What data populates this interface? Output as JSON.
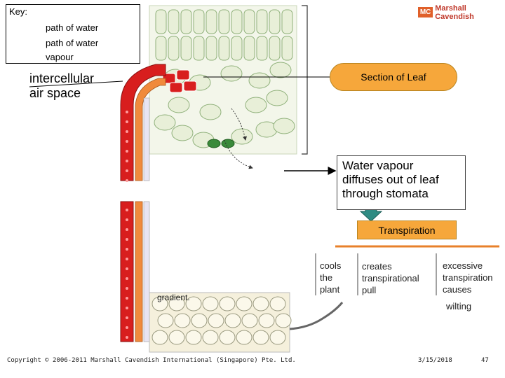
{
  "key": {
    "title": "Key:",
    "items": [
      {
        "style": "solid",
        "label": "path of water"
      },
      {
        "style": "dotted",
        "label": "path of water"
      },
      {
        "style": "dotted",
        "label": "vapour"
      }
    ]
  },
  "brand": {
    "logo": "MC",
    "name": "Marshall Cavendish"
  },
  "labels": {
    "air_space_line1": "intercellular",
    "air_space_line2": "air space",
    "section_of_leaf": "Section of Leaf",
    "vapour_line1": "Water vapour",
    "vapour_line2": "diffuses out of leaf",
    "vapour_line3": "through stomata",
    "transpiration": "Transpiration",
    "gradient": "gradient.",
    "wilting": "wilting"
  },
  "effects": [
    {
      "lines": [
        "cools",
        "the",
        "plant"
      ]
    },
    {
      "lines": [
        "creates",
        "transpirational",
        "pull"
      ]
    },
    {
      "lines": [
        "excessive",
        "transpiration",
        "causes"
      ]
    }
  ],
  "footer": {
    "copyright": "Copyright © 2006-2011 Marshall Cavendish International (Singapore) Pte. Ltd.",
    "date": "3/15/2018",
    "page": "47"
  },
  "colors": {
    "xylem_red": "#d81e1e",
    "phloem_orange": "#f08a3c",
    "leaf_cell_fill": "#e8efd8",
    "leaf_cell_stroke": "#8fb07a",
    "accent_orange": "#f6a73b"
  }
}
